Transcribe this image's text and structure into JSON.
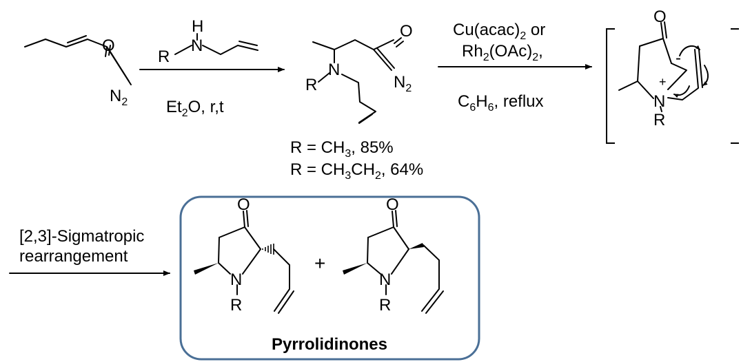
{
  "reagents": {
    "step1_amine_r": "R",
    "step1_amine_n": "N",
    "step1_amine_h": "H",
    "step1_condition": "Et2O, r,t",
    "step2_catalyst_line1": "Cu(acac)2 or",
    "step2_catalyst_line2": "Rh2(OAc)2,",
    "step2_condition": "C6H6, reflux",
    "step3_line1": "[2,3]-Sigmatropic",
    "step3_line2": "rearrangement"
  },
  "starting_material": {
    "o_label": "O",
    "n2_label": "N2"
  },
  "intermediate": {
    "o_label": "O",
    "n_label": "N",
    "r_label": "R",
    "n2_label": "N2",
    "yields": [
      "R = CH3, 85%",
      "R = CH3CH2, 64%"
    ]
  },
  "ylide": {
    "o_label": "O",
    "n_label": "N",
    "r_label": "R",
    "plus": "+",
    "minus": "-"
  },
  "products": {
    "plus_sign": "+",
    "p1": {
      "o_label": "O",
      "n_label": "N",
      "r_label": "R"
    },
    "p2": {
      "o_label": "O",
      "n_label": "N",
      "r_label": "R"
    },
    "box_title": "Pyrrolidinones",
    "box_border_color": "#4a6f96"
  }
}
